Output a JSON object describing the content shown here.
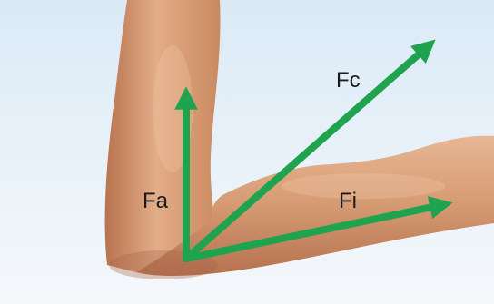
{
  "diagram": {
    "forces": [
      {
        "id": "fa",
        "label": "Fa",
        "color": "#1fa34f"
      },
      {
        "id": "fc",
        "label": "Fc",
        "color": "#1fa34f"
      },
      {
        "id": "fi",
        "label": "Fi",
        "color": "#1fa34f"
      }
    ],
    "colors": {
      "sky_top": "#dbeaf6",
      "sky_bottom": "#f4f8fb",
      "skin_light": "#e6b08c",
      "skin_mid": "#cf8f67",
      "skin_dark": "#a8664a",
      "arrow_green": "#1fa34f"
    }
  }
}
